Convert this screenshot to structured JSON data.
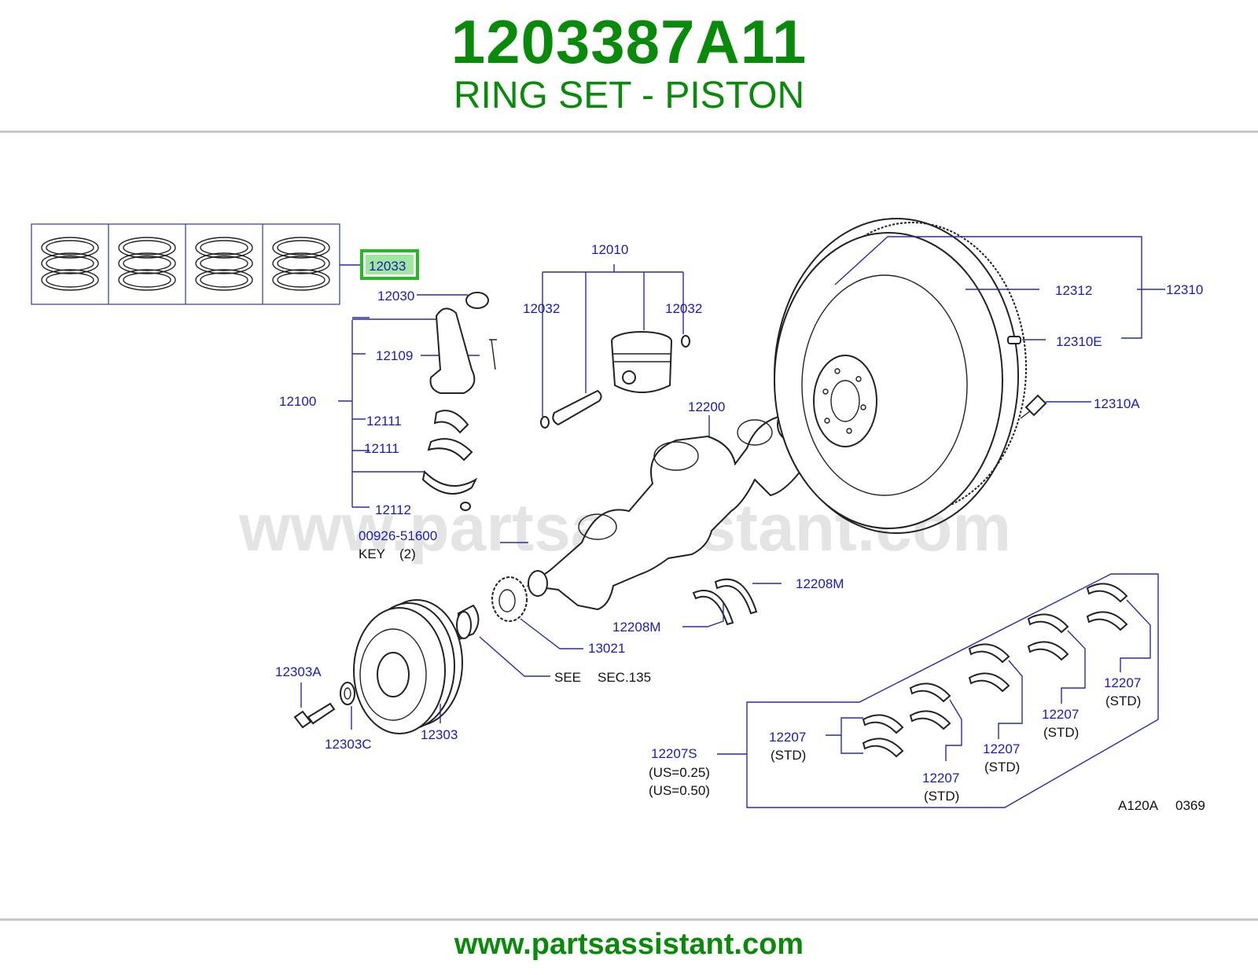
{
  "header": {
    "part_number": "1203387A11",
    "part_name": "RING SET - PISTON"
  },
  "watermark": "www.partsassistant.com",
  "footer": {
    "url": "www.partsassistant.com"
  },
  "diagram": {
    "callouts": {
      "c12033": "12033",
      "c12030": "12030",
      "c12109": "12109",
      "c12100": "12100",
      "c12111a": "12111",
      "c12111b": "12111",
      "c12112": "12112",
      "c00926": "00926-51600",
      "key_label": "KEY",
      "key_qty": "(2)",
      "c12010": "12010",
      "c12032a": "12032",
      "c12032b": "12032",
      "c12200": "12200",
      "c12312": "12312",
      "c12310": "12310",
      "c12310E": "12310E",
      "c12310A": "12310A",
      "c12208Ma": "12208M",
      "c12208Mb": "12208M",
      "c13021": "13021",
      "see_label": "SEE",
      "see_sec": "SEC.135",
      "c12303A": "12303A",
      "c12303C": "12303C",
      "c12303": "12303",
      "c12207S": "12207S",
      "us025": "(US=0.25)",
      "us050": "(US=0.50)",
      "c12207a": "12207",
      "std_a": "(STD)",
      "c12207b": "12207",
      "std_b": "(STD)",
      "c12207c": "12207",
      "std_c": "(STD)",
      "c12207d": "12207",
      "std_d": "(STD)",
      "c12207e": "12207",
      "std_e": "(STD)",
      "diagram_code": "A120A",
      "diagram_num": "0369"
    },
    "highlight_color": "#22bb22",
    "highlight_fill": "#9fe79f"
  }
}
